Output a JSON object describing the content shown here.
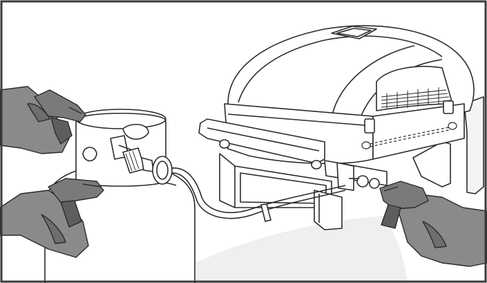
{
  "figure": {
    "caption": "",
    "elements": [
      {
        "kind": "propane-tank",
        "label": ""
      },
      {
        "kind": "regulator",
        "label": ""
      },
      {
        "kind": "gas-hose",
        "label": ""
      },
      {
        "kind": "portable-grill",
        "label": ""
      },
      {
        "kind": "spray-bottle",
        "label": "",
        "count": 3
      }
    ]
  },
  "colors": {
    "border": "#3a3a3a",
    "line": "#2a2a2a",
    "glove": "#8a8a8a",
    "glove_dark": "#5e5e5e",
    "spray_mist": "#ececec",
    "background": "#ffffff"
  }
}
